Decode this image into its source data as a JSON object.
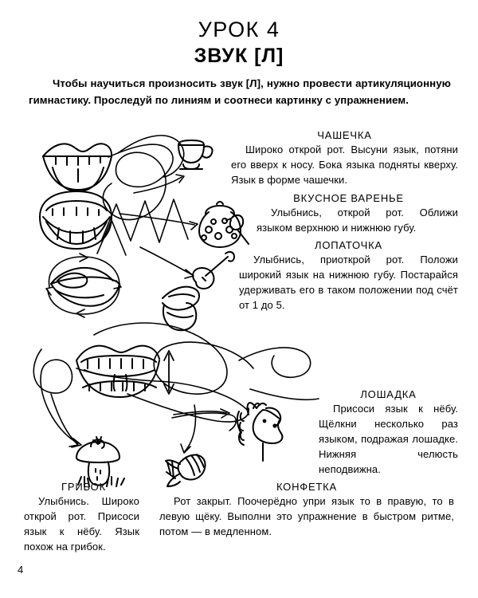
{
  "header": {
    "lesson": "УРОК 4",
    "sound": "ЗВУК [Л]",
    "intro": "Чтобы научиться произносить звук [Л], нужно провести артикуляционную гимнастику. Проследуй по линиям и соотнеси картинку с упражнением."
  },
  "exercises": [
    {
      "id": "cup",
      "title": "ЧАШЕЧКА",
      "body": "Широко открой рот. Высуни язык, потяни его вверх к носу. Бока языка подняты кверху. Язык в форме чашечки.",
      "icon": "teacup-icon"
    },
    {
      "id": "jam",
      "title": "ВКУСНОЕ ВАРЕНЬЕ",
      "body": "Улыбнись, открой рот. Оближи языком верхнюю и нижнюю губу.",
      "icon": "jam-jar-icon"
    },
    {
      "id": "spatula",
      "title": "ЛОПАТОЧКА",
      "body": "Улыбнись, приоткрой рот. Положи широкий язык на нижнюю губу. Постарайся удерживать его в таком положении под счёт от 1 до 5.",
      "icon": "shovel-icon"
    },
    {
      "id": "horse",
      "title": "ЛОШАДКА",
      "body": "Присоси язык к нёбу. Щёлкни несколько раз языком, подражая лошадке. Нижняя челюсть неподвижна.",
      "icon": "horse-head-icon"
    },
    {
      "id": "mushroom",
      "title": "ГРИБОК",
      "body": "Улыбнись. Широко открой рот. Присоси язык к нёбу. Язык похож на грибок.",
      "icon": "mushroom-icon"
    },
    {
      "id": "candy",
      "title": "КОНФЕТКА",
      "body": "Рот закрыт. Поочерёдно упри язык то в правую, то в левую щёку. Выполни это упражнение в быстром ритме, потом — в медленном.",
      "icon": "candy-icon"
    }
  ],
  "illustrations": {
    "mouths": [
      "mouth-cup-shape-icon",
      "mouth-wide-open-tongue-icon",
      "lips-licking-icon",
      "mouth-profile-open-icon",
      "mouth-mushroom-tongue-icon",
      "lips-closed-smile-icon"
    ],
    "objects": [
      "teacup-icon",
      "jam-jar-icon",
      "spoon-icon",
      "shovel-icon",
      "horse-head-icon",
      "mushroom-icon",
      "candy-icon"
    ],
    "connector": "maze-line"
  },
  "footer": {
    "page_number": "4"
  },
  "colors": {
    "ink": "#000000",
    "paper": "#ffffff"
  }
}
